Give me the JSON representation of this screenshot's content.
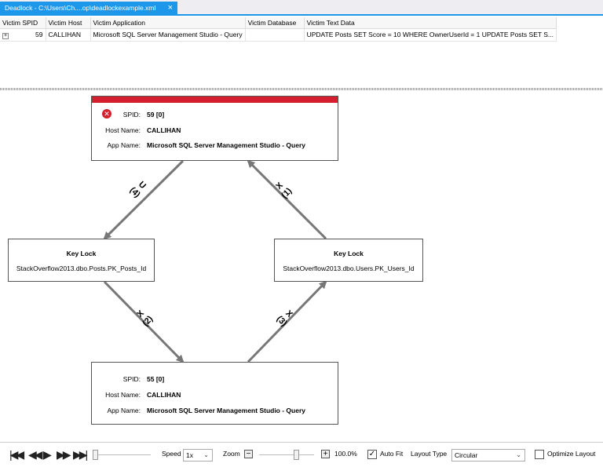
{
  "tab": {
    "title": "Deadlock - C:\\Users\\Ch....op\\deadlockexample.xml",
    "close": "×"
  },
  "grid": {
    "columns": [
      "Victim SPID",
      "Victim Host",
      "Victim Application",
      "Victim Database",
      "Victim Text Data"
    ],
    "rows": [
      {
        "expander": "+",
        "spid": "59",
        "host": "CALLIHAN",
        "application": "Microsoft SQL Server Management Studio - Query",
        "database": "",
        "text": "UPDATE Posts SET Score = 10 WHERE OwnerUserId = 1 UPDATE Posts SET S..."
      }
    ]
  },
  "graph": {
    "victim_process": {
      "spid_label": "SPID:",
      "spid": "59 [0]",
      "host_label": "Host Name:",
      "host": "CALLIHAN",
      "app_label": "App Name:",
      "app": "Microsoft SQL Server Management Studio - Query",
      "is_victim": true
    },
    "process": {
      "spid_label": "SPID:",
      "spid": "55 [0]",
      "host_label": "Host Name:",
      "host": "CALLIHAN",
      "app_label": "App Name:",
      "app": "Microsoft SQL Server Management Studio - Query"
    },
    "lock_left": {
      "title": "Key Lock",
      "object": "StackOverflow2013.dbo.Posts.PK_Posts_Id"
    },
    "lock_right": {
      "title": "Key Lock",
      "object": "StackOverflow2013.dbo.Users.PK_Users_Id"
    },
    "edges": [
      {
        "mode": "U",
        "order": "(4)"
      },
      {
        "mode": "X",
        "order": "(1)"
      },
      {
        "mode": "X",
        "order": "(2)"
      },
      {
        "mode": "X",
        "order": "(3)"
      }
    ]
  },
  "toolbar": {
    "speed_label": "Speed",
    "speed_value": "1x",
    "zoom_label": "Zoom",
    "zoom_minus": "−",
    "zoom_plus": "+",
    "zoom_value": "100.0%",
    "auto_fit_label": "Auto Fit",
    "auto_fit_checked": true,
    "layout_type_label": "Layout Type",
    "layout_type_value": "Circular",
    "optimize_layout_label": "Optimize Layout",
    "optimize_layout_checked": false
  },
  "colors": {
    "tab_accent": "#1c97ea",
    "victim_red": "#d4202e",
    "edge_gray": "#777777"
  }
}
